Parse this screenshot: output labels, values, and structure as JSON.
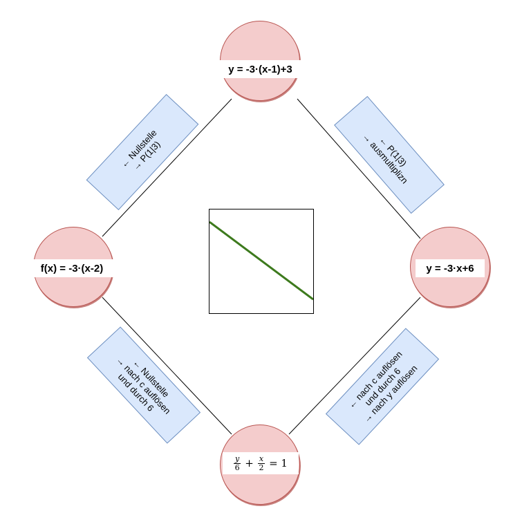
{
  "nodes": {
    "top": "y = -3·(x-1)+3",
    "left": "f(x) = -3·(x-2)",
    "right": "y = -3·x+6",
    "bottom": {
      "frac1_num": "y",
      "frac1_den": "6",
      "plus": "+",
      "frac2_num": "x",
      "frac2_den": "2",
      "equals": "= 1"
    }
  },
  "boxes": {
    "top_left": [
      "← Nullstelle",
      "→ P(1|3)"
    ],
    "top_right": [
      "← P(1|3)",
      "→ ausmultiplizn"
    ],
    "bottom_left": [
      "← Nullstelle",
      "→ nach c auflösen",
      "und durch 6"
    ],
    "bottom_right": [
      "← nach c auflösen",
      "und durch 6",
      "→ nach y auflösen"
    ]
  },
  "colors": {
    "node_fill": "#f4cccc",
    "node_border": "#b85450",
    "box_fill": "#dae8fc",
    "box_border": "#6c8ebf",
    "plot_line": "#3d7a1d"
  }
}
